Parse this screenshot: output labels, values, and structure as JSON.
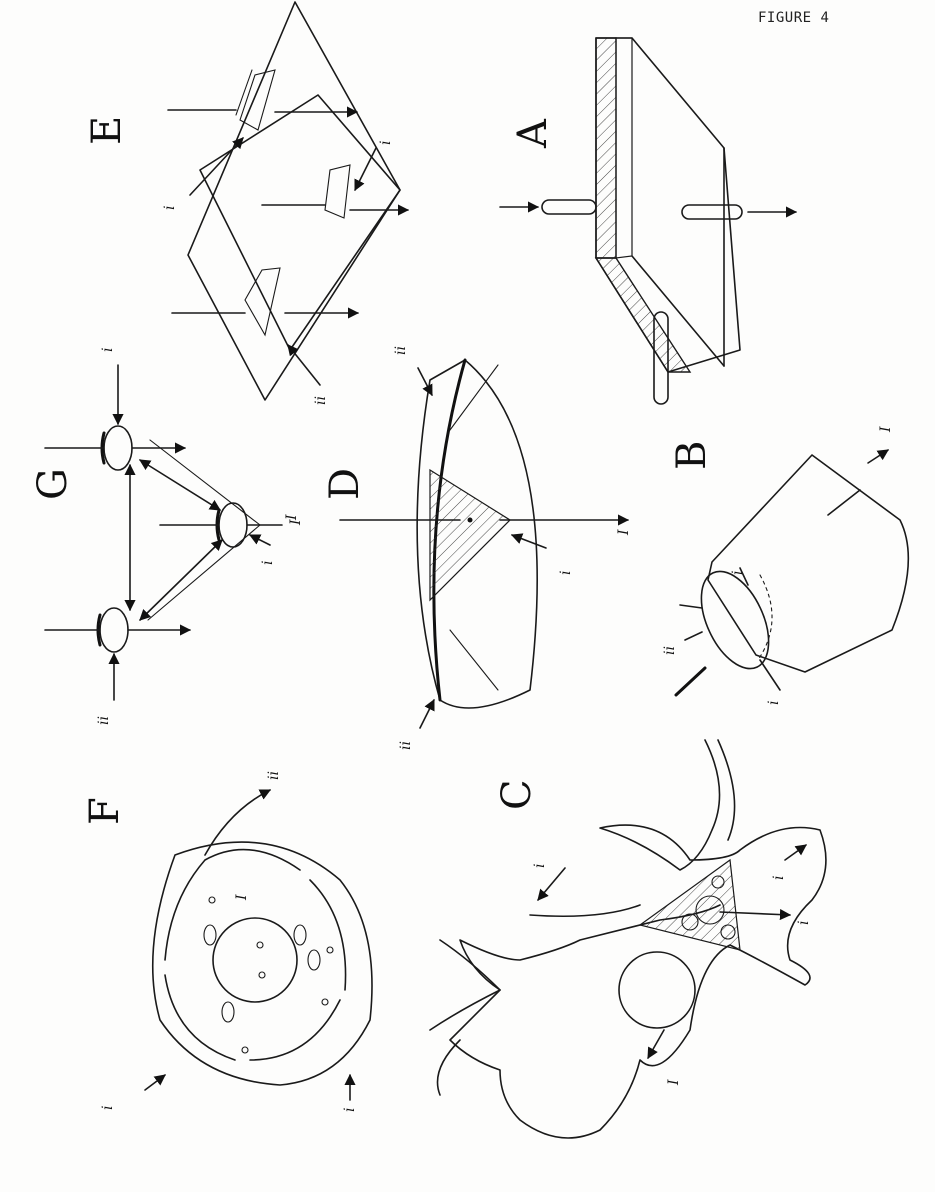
{
  "figure": {
    "title": "FIGURE 4"
  },
  "panels": {
    "A": {
      "letter": "A"
    },
    "B": {
      "letter": "B",
      "labels": [
        "I",
        "i",
        "i",
        "ii"
      ]
    },
    "C": {
      "letter": "C",
      "labels": [
        "I",
        "i",
        "i",
        "i"
      ]
    },
    "D": {
      "letter": "D",
      "labels": [
        "I",
        "I",
        "i",
        "ii",
        "ii"
      ]
    },
    "E": {
      "letter": "E",
      "labels": [
        "i",
        "i",
        "ii"
      ]
    },
    "F": {
      "letter": "F",
      "labels": [
        "I",
        "i",
        "ii",
        "i"
      ]
    },
    "G": {
      "letter": "G",
      "labels": [
        "I",
        "i",
        "i",
        "ii"
      ]
    }
  }
}
